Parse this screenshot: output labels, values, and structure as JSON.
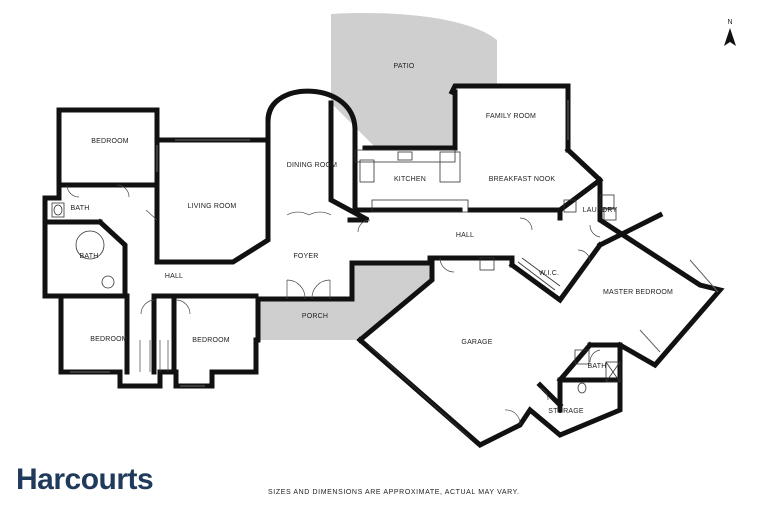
{
  "rooms": {
    "patio": "PATIO",
    "family_room": "FAMILY ROOM",
    "bedroom_top": "BEDROOM",
    "dining_room": "DINING ROOM",
    "kitchen": "KITCHEN",
    "breakfast_nook": "BREAKFAST NOOK",
    "living_room": "LIVING ROOM",
    "bath_small": "BATH",
    "laundry": "LAUNDRY",
    "hall_right": "HALL",
    "bath_left": "BATH",
    "foyer": "FOYER",
    "wic": "W.I.C.",
    "hall_left": "HALL",
    "master_bedroom": "MASTER BEDROOM",
    "porch": "PORCH",
    "bedroom_left": "BEDROOM",
    "bedroom_mid": "BEDROOM",
    "garage": "GARAGE",
    "bath_master": "BATH",
    "storage": "STORAGE"
  },
  "compass": {
    "label": "N",
    "icon": "north-arrow-icon"
  },
  "brand": {
    "name": "Harcourts",
    "color": "#1f3a5a"
  },
  "disclaimer": "SIZES AND DIMENSIONS ARE APPROXIMATE, ACTUAL MAY VARY.",
  "colors": {
    "wall": "#111111",
    "shaded": "#cfcfcf"
  }
}
